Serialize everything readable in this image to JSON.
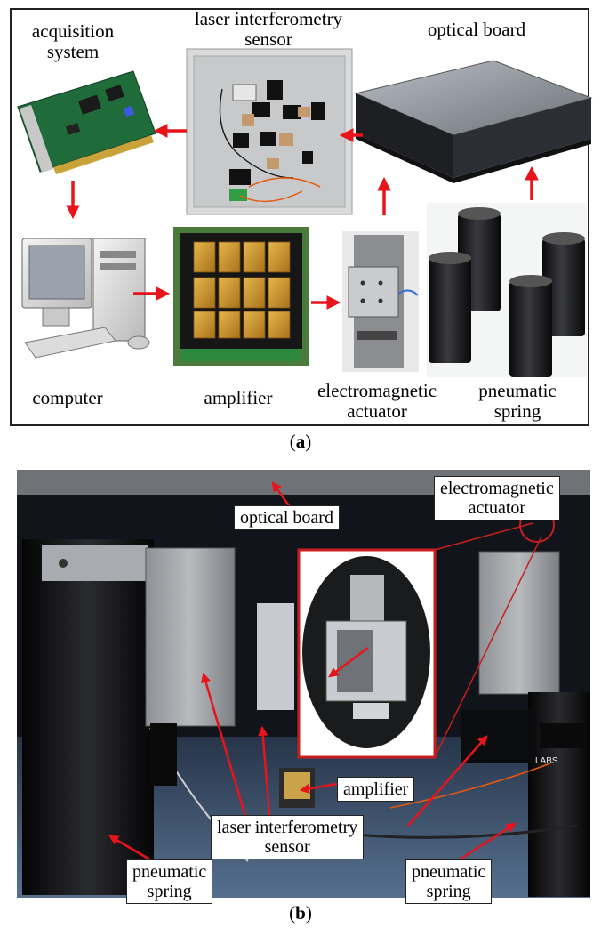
{
  "panel_a": {
    "labels": {
      "acquisition": "acquisition\nsystem",
      "laser": "laser interferometry\nsensor",
      "optical": "optical board",
      "computer": "computer",
      "amplifier": "amplifier",
      "actuator": "electromagnetic\nactuator",
      "pneumatic": "pneumatic\nspring"
    },
    "caption_letter": "a"
  },
  "panel_b": {
    "labels": {
      "optical": "optical board",
      "actuator": "electromagnetic\nactuator",
      "amplifier": "amplifier",
      "laser": "laser interferometry\nsensor",
      "pneumatic_left": "pneumatic\nspring",
      "pneumatic_right": "pneumatic\nspring"
    },
    "caption_letter": "b"
  },
  "colors": {
    "arrow": "#e8141b",
    "frame": "#222222"
  },
  "photo_text": {
    "labs_tag": "LABS"
  }
}
